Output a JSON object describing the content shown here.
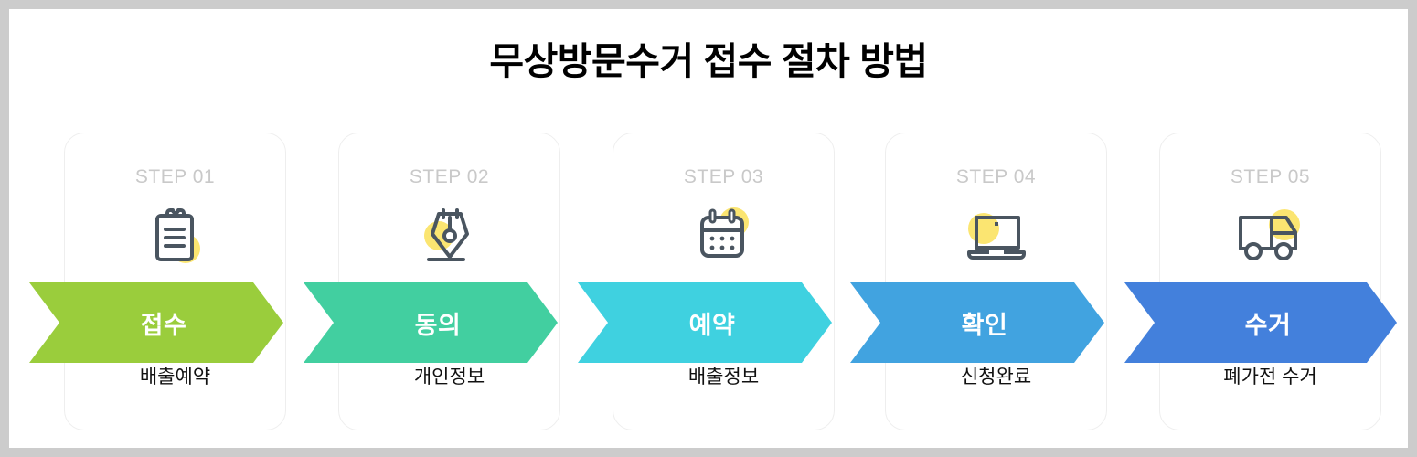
{
  "page": {
    "title": "무상방문수거 접수 절차 방법",
    "outer_border_color": "#cccccc",
    "background_color": "#ffffff",
    "card_border_color": "#eeeeee",
    "icon_stroke_color": "#4a5560",
    "icon_accent_color": "#fbe571"
  },
  "steps": [
    {
      "step": "STEP 01",
      "icon": "clipboard-icon",
      "banner_label": "접수",
      "banner_color": "#9ACD3C",
      "caption": "배출예약"
    },
    {
      "step": "STEP 02",
      "icon": "pen-nib-icon",
      "banner_label": "동의",
      "banner_color": "#42CFA0",
      "caption": "개인정보"
    },
    {
      "step": "STEP 03",
      "icon": "calendar-icon",
      "banner_label": "예약",
      "banner_color": "#3FD1E0",
      "caption": "배출정보"
    },
    {
      "step": "STEP 04",
      "icon": "laptop-icon",
      "banner_label": "확인",
      "banner_color": "#41A3E0",
      "caption": "신청완료"
    },
    {
      "step": "STEP 05",
      "icon": "truck-icon",
      "banner_label": "수거",
      "banner_color": "#4380DC",
      "caption": "폐가전 수거"
    }
  ]
}
